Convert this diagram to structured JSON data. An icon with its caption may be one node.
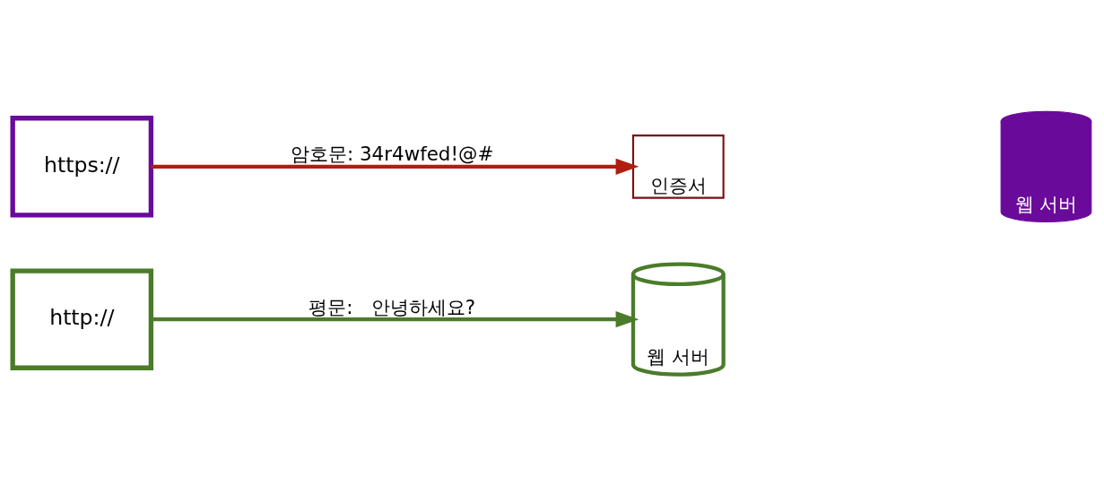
{
  "diagram": {
    "nodes": [
      {
        "text": [
          "http://"
        ]
      },
      {
        "text": [
          "웹 서버"
        ]
      },
      {
        "text": [
          "https://"
        ]
      },
      {
        "text": [
          "인증서"
        ]
      },
      {
        "text": [
          "웹 서버"
        ]
      }
    ],
    "edges": [
      {
        "from": 0,
        "to": 1,
        "arrow": "to",
        "label": "평문:   안녕하세요?",
        "color": "#4a7c2a"
      },
      {
        "from": 2,
        "to": 3,
        "arrow": "to",
        "label": "암호문: 34r4wfed!@#",
        "color": "#b01e10"
      }
    ]
  }
}
